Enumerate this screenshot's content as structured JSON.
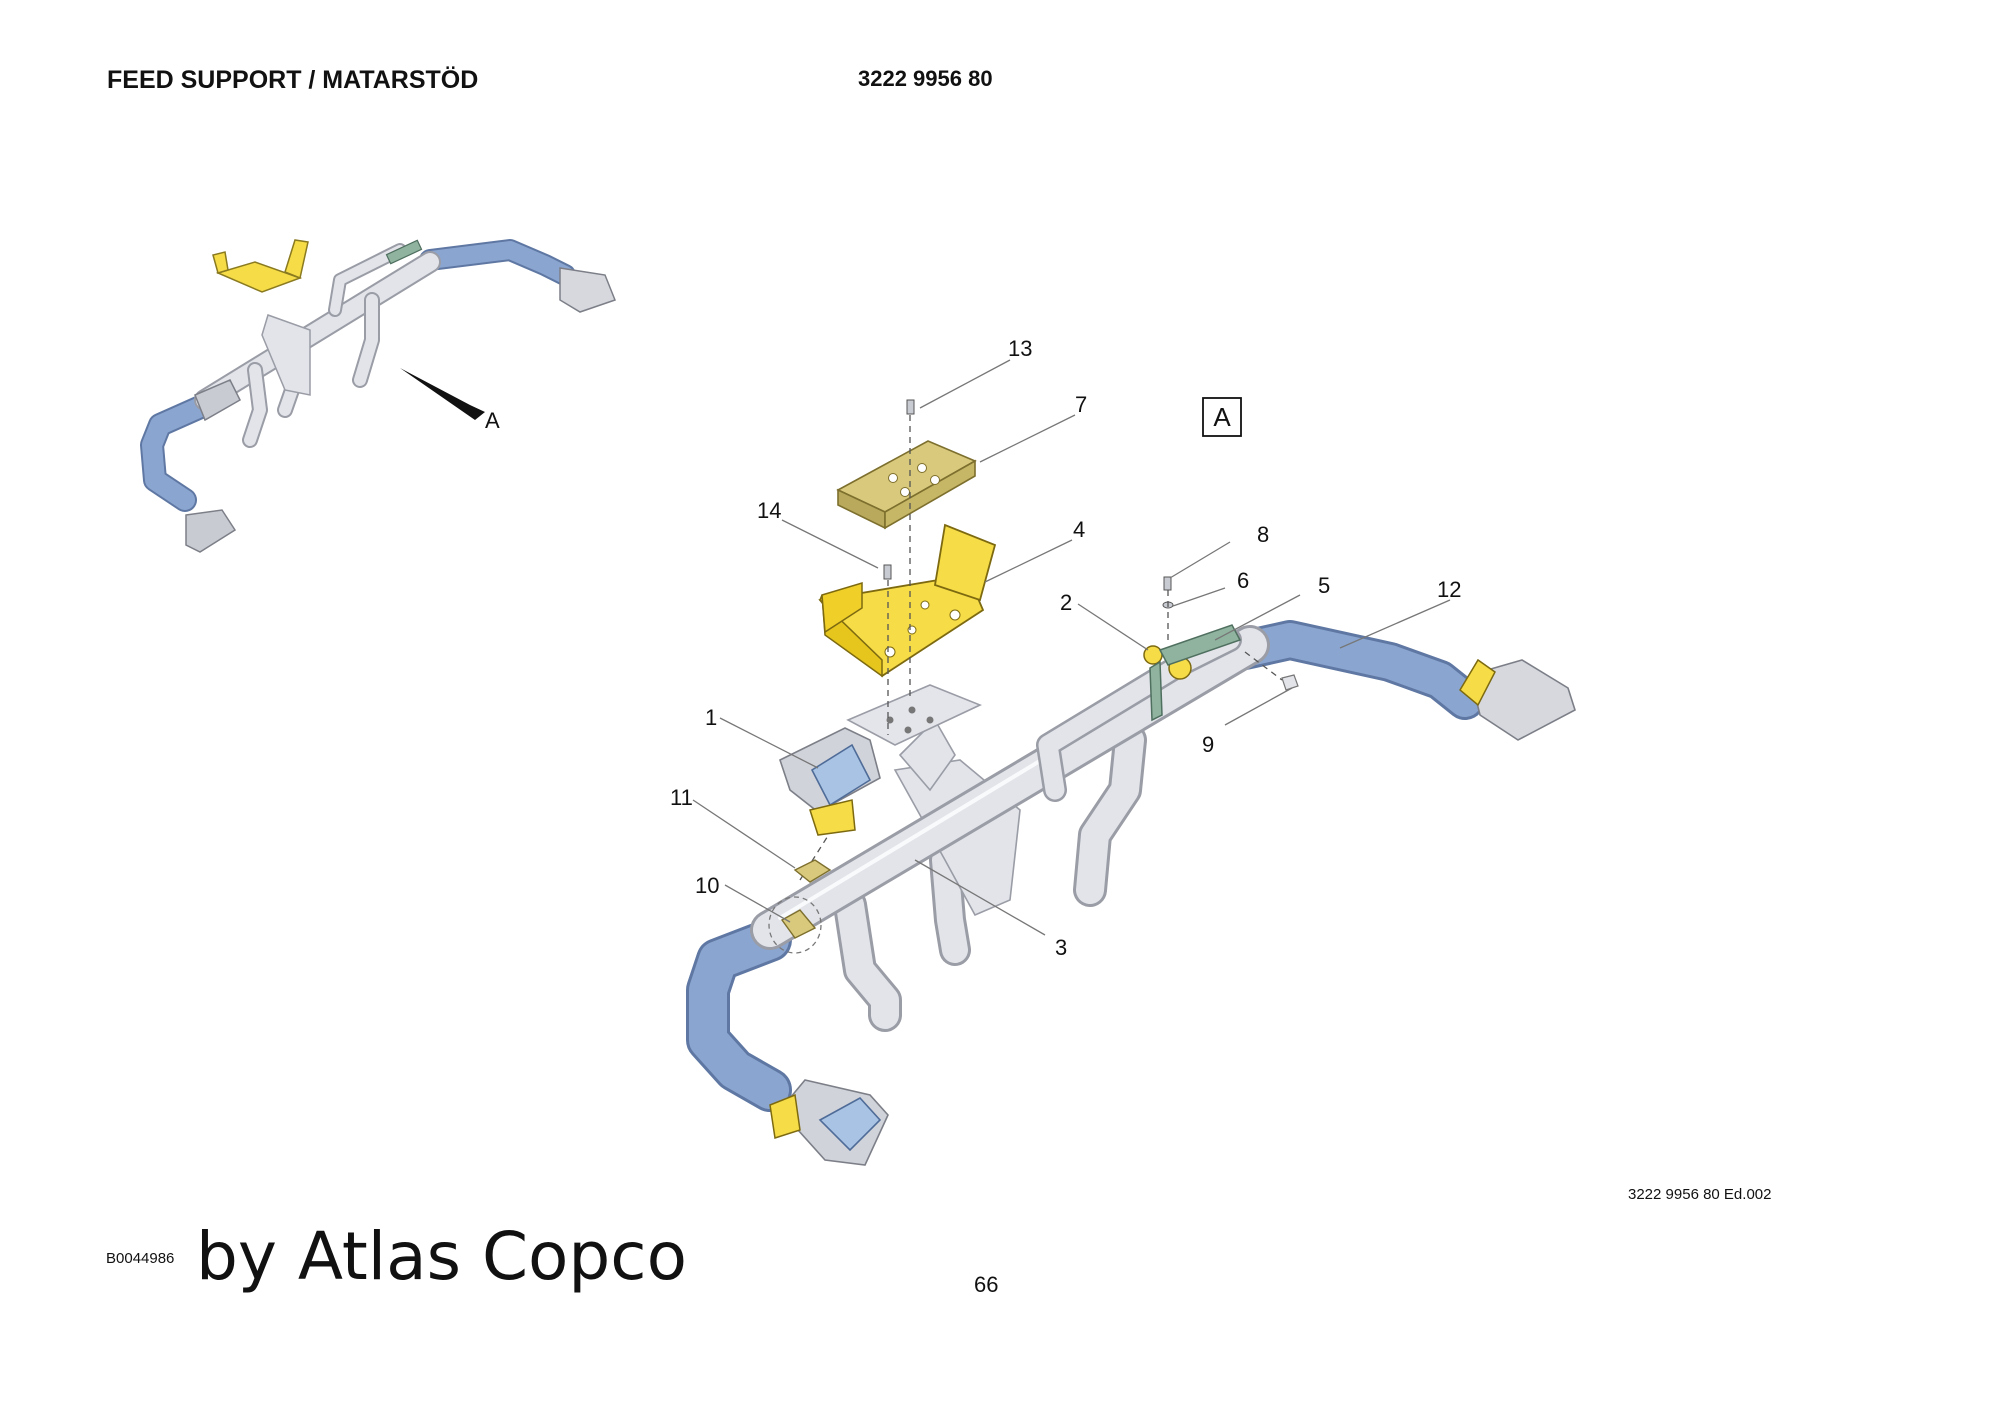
{
  "header": {
    "title": "FEED SUPPORT / MATARSTÖD",
    "part_number": "3222 9956 80"
  },
  "footer": {
    "edition": "3222 9956 80 Ed.002",
    "drawing_id": "B0044986",
    "brand": "by Atlas Copco",
    "page_number": "66"
  },
  "overview": {
    "arrow_label": "A"
  },
  "detail": {
    "view_label": "A",
    "callouts": {
      "c1": "1",
      "c2": "2",
      "c3": "3",
      "c4": "4",
      "c5": "5",
      "c6": "6",
      "c7": "7",
      "c8": "8",
      "c9": "9",
      "c10": "10",
      "c11": "11",
      "c12": "12",
      "c13": "13",
      "c14": "14"
    }
  },
  "colors": {
    "frame": "#e2e4ea",
    "frame_outline": "#9a9ca6",
    "tube": "#8aa6d0",
    "tube_outline": "#5f78a3",
    "bracket": "#f6dc46",
    "plate": "#d8c97c",
    "clamp": "#8fb39f",
    "ink": "#111111"
  }
}
